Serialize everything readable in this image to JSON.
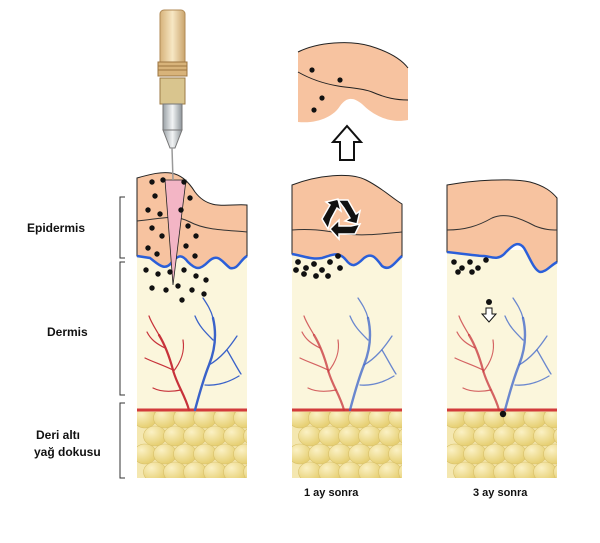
{
  "layers": {
    "epidermis": "Epidermis",
    "dermis": "Dermis",
    "subcutaneous_line1": "Deri altı",
    "subcutaneous_line2": "yağ dokusu"
  },
  "captions": {
    "after_1_month": "1 ay sonra",
    "after_3_months": "3 ay sonra"
  },
  "colors": {
    "epidermis_skin": "#f7c3a0",
    "dermis": "#fbf6dc",
    "fat_cells": "#f0dd8f",
    "basal_membrane": "#2b5fd9",
    "artery": "#c7323a",
    "vein": "#3a62c9",
    "pigment": "#111111",
    "needle_track": "#f3b5c5"
  },
  "icons": {
    "needle": "tattoo-needle-icon",
    "recycle": "recycle-icon",
    "up_arrow": "outline-up-arrow-icon",
    "down_arrow": "outline-down-arrow-icon"
  }
}
